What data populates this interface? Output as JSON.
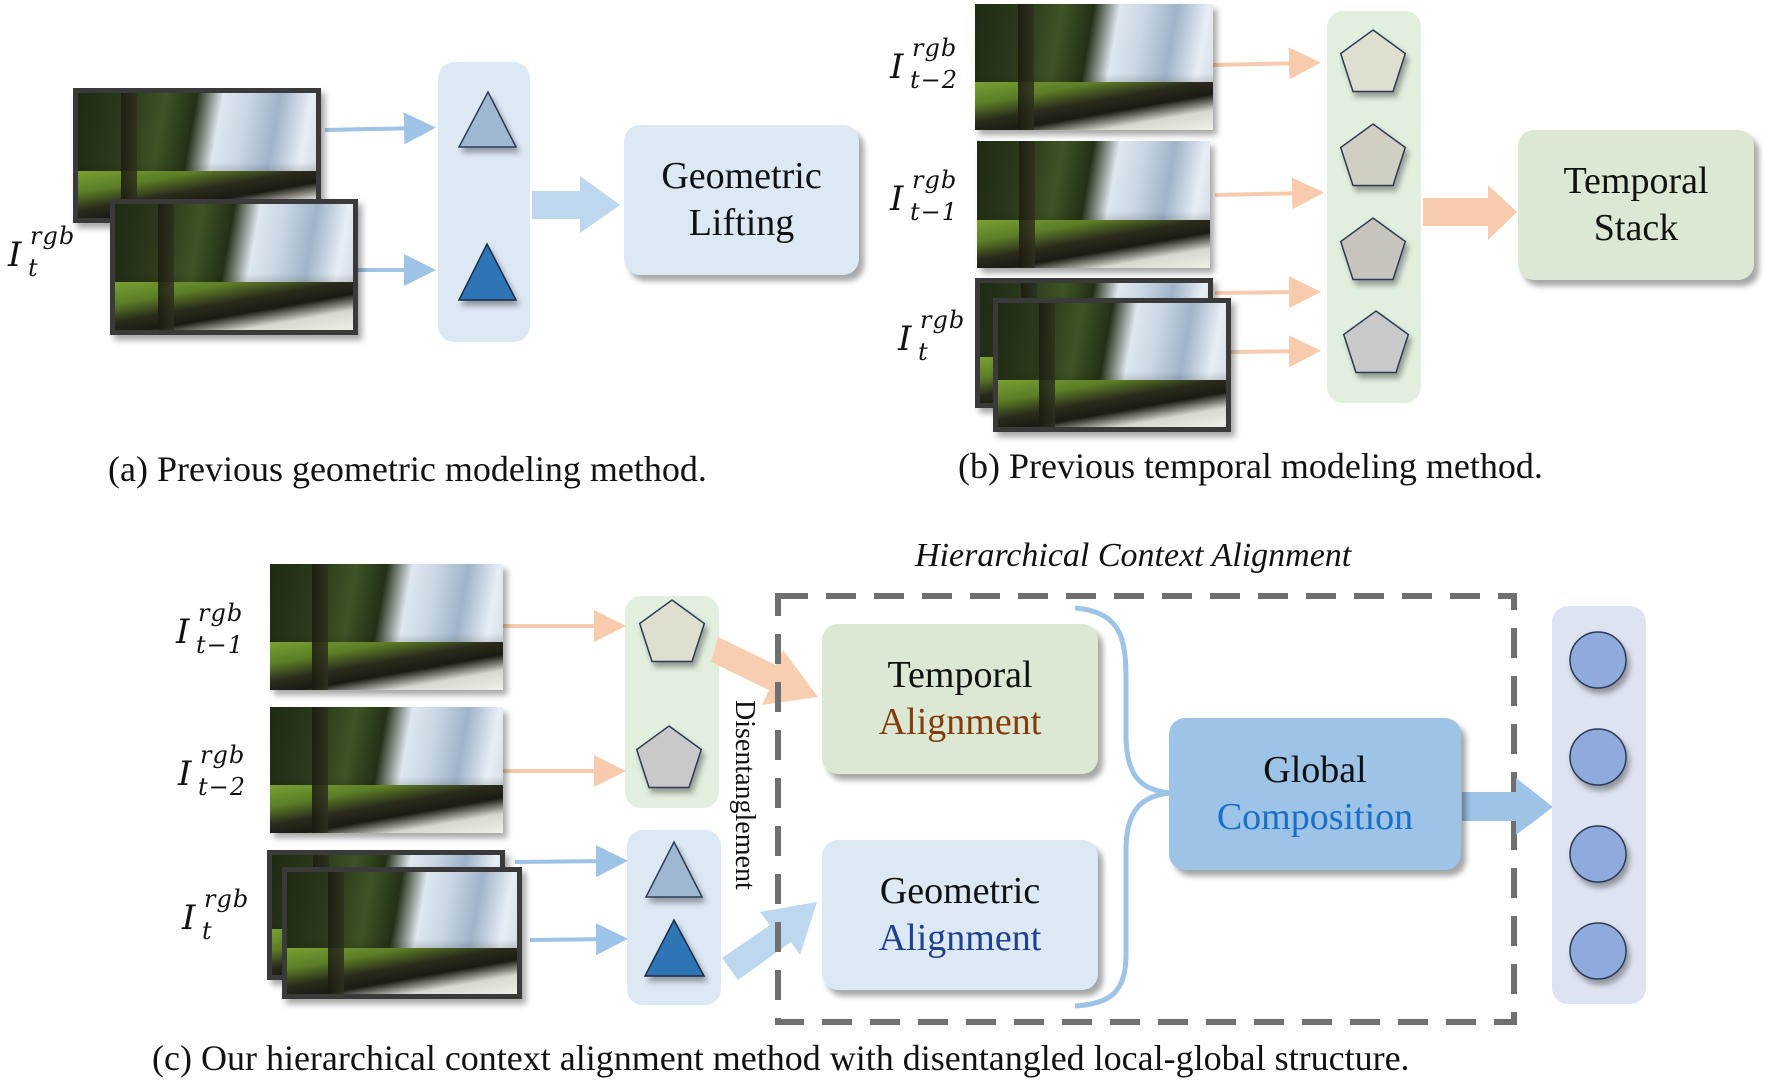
{
  "colors": {
    "blue_arrow": "#9dc3e6",
    "blue_arrow_thick": "#bdd7ee",
    "orange_arrow": "#f8cbad",
    "blue_panel": "#dde8f5",
    "green_panel": "#e2efdf",
    "green_box": "#dbe8d4",
    "blue_box": "#dde8f5",
    "global_box": "#9dc3e6",
    "triangle_light": "#9fb8d2",
    "triangle_dark": "#2e75b6",
    "circle_fill": "#8faadc",
    "dashed_border": "#6f6f6f",
    "temporal_word": "#843c0c",
    "geometric_word": "#1f3f8f",
    "composition_word": "#1a6fc8"
  },
  "panel_a": {
    "input_label": {
      "base": "I",
      "sup": "rgb",
      "sub": "t"
    },
    "process_box": {
      "line1": "Geometric",
      "line2": "Lifting"
    },
    "caption": "(a) Previous geometric modeling method."
  },
  "panel_b": {
    "input_labels": [
      {
        "base": "I",
        "sup": "rgb",
        "sub": "t−2"
      },
      {
        "base": "I",
        "sup": "rgb",
        "sub": "t−1"
      },
      {
        "base": "I",
        "sup": "rgb",
        "sub": "t"
      }
    ],
    "pentagon_fills": [
      "#dedfcf",
      "#d1cfc2",
      "#c7c4be",
      "#c9c9c9"
    ],
    "process_box": {
      "line1": "Temporal",
      "line2": "Stack"
    },
    "caption": "(b) Previous temporal modeling method."
  },
  "panel_c": {
    "input_labels": [
      {
        "base": "I",
        "sup": "rgb",
        "sub": "t−1"
      },
      {
        "base": "I",
        "sup": "rgb",
        "sub": "t−2"
      },
      {
        "base": "I",
        "sup": "rgb",
        "sub": "t"
      }
    ],
    "pentagon_fills": [
      "#dedfcf",
      "#c9c9c9"
    ],
    "module_title": "Hierarchical Context Alignment",
    "disentanglement_label": "Disentanglement",
    "temporal_box": {
      "line1": "Temporal",
      "line2": "Alignment"
    },
    "geometric_box": {
      "line1": "Geometric",
      "line2": "Alignment"
    },
    "global_box": {
      "line1": "Global",
      "line2": "Composition"
    },
    "output_count": 4,
    "caption": "(c) Our hierarchical context alignment method with disentangled local-global structure."
  }
}
